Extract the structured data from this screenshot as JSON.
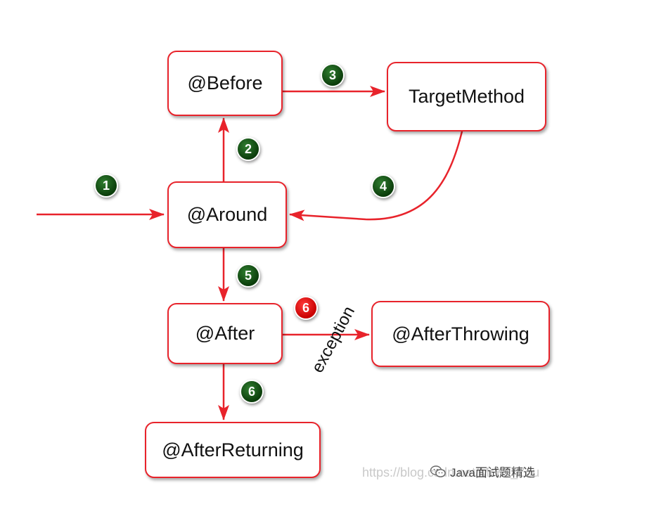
{
  "diagram": {
    "nodes": {
      "before": "@Before",
      "target": "TargetMethod",
      "around": "@Around",
      "after": "@After",
      "after_throwing": "@AfterThrowing",
      "after_returning": "@AfterReturning"
    },
    "steps": {
      "s1": "1",
      "s2": "2",
      "s3": "3",
      "s4": "4",
      "s5": "5",
      "s6_exception": "6",
      "s6_returning": "6"
    },
    "exception_label": "exception",
    "colors": {
      "accent": "#e8232b",
      "step_badge": "#0b3d0b",
      "exception_badge": "#e00000"
    }
  },
  "watermark": {
    "url_text": "https://blog.csdn.net/MrYS_Zou",
    "account_name": "Java面试题精选"
  }
}
